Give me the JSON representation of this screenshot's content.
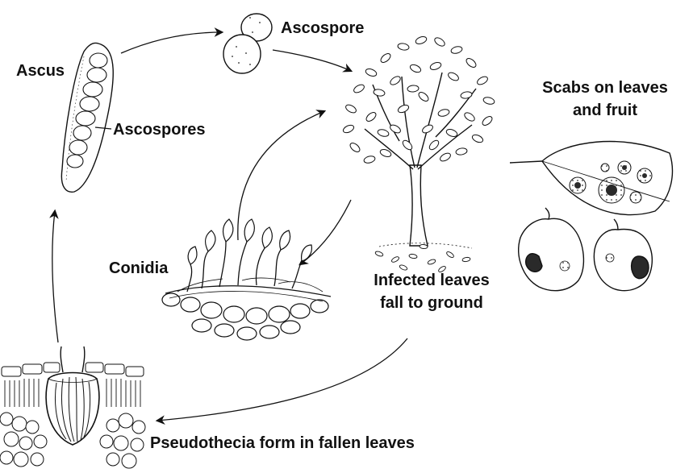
{
  "labels": {
    "ascus": "Ascus",
    "ascospores": "Ascospores",
    "ascospore": "Ascospore",
    "scabs_line1": "Scabs on leaves",
    "scabs_line2": "and fruit",
    "conidia": "Conidia",
    "infected_line1": "Infected leaves",
    "infected_line2": "fall to ground",
    "pseudothecia": "Pseudothecia form in fallen leaves"
  },
  "colors": {
    "ink": "#111111",
    "background": "#ffffff",
    "lesion": "#2a2a2a"
  }
}
